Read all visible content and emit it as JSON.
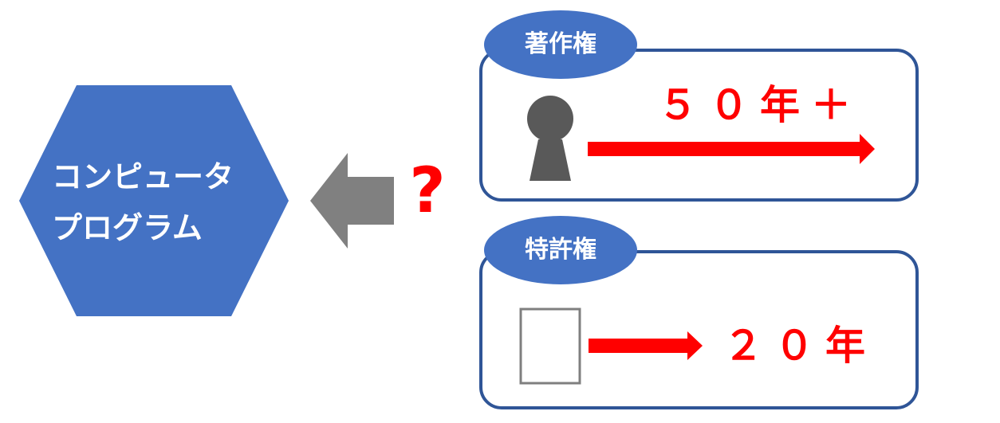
{
  "program": {
    "line1": "コンピュータ",
    "line2": "プログラム"
  },
  "question_mark": "?",
  "copyright": {
    "badge": "著作権",
    "duration": "５０年＋"
  },
  "patent": {
    "badge": "特許権",
    "duration": "２０年"
  },
  "colors": {
    "hexagon": "#4472c4",
    "badge": "#4472c4",
    "box_border": "#2f5597",
    "arrow_gray": "#808080",
    "red": "#ff0000",
    "person": "#595959",
    "document_border": "#7f7f7f"
  }
}
